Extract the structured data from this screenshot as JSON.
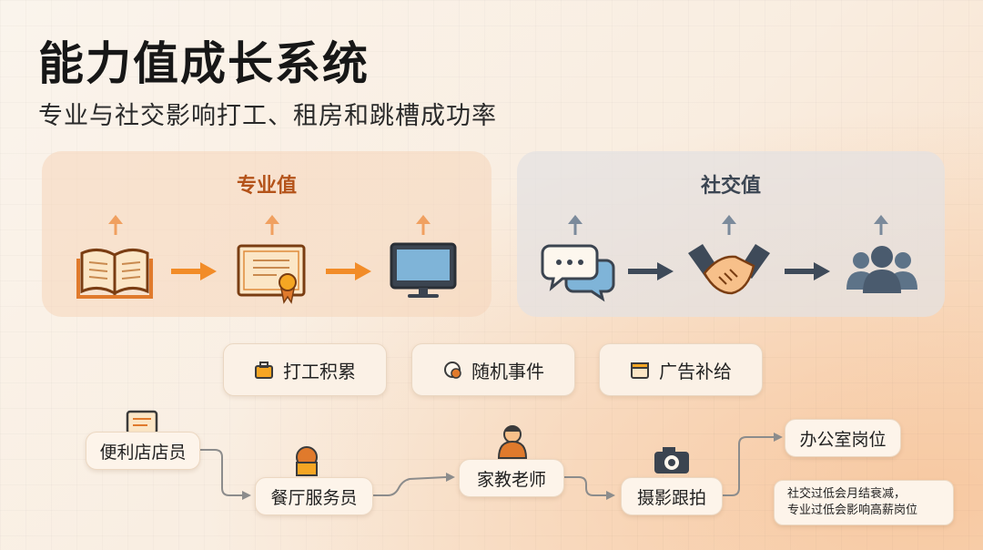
{
  "header": {
    "title": "能力值成长系统",
    "subtitle": "专业与社交影响打工、租房和跳槽成功率"
  },
  "panels": {
    "professional": {
      "title": "专业值",
      "icons": [
        "open-book-icon",
        "certificate-icon",
        "computer-monitor-icon"
      ],
      "accent": "#f28c28"
    },
    "social": {
      "title": "社交值",
      "icons": [
        "chat-bubbles-icon",
        "handshake-icon",
        "people-group-icon"
      ],
      "accent": "#4a5b6e"
    }
  },
  "sources": [
    {
      "label": "打工积累",
      "icon": "briefcase-icon"
    },
    {
      "label": "随机事件",
      "icon": "random-event-icon"
    },
    {
      "label": "广告补给",
      "icon": "gift-box-icon"
    }
  ],
  "career_path": [
    {
      "label": "便利店店员",
      "icon": "notepad-icon"
    },
    {
      "label": "餐厅服务员",
      "icon": "chef-icon"
    },
    {
      "label": "家教老师",
      "icon": "teacher-icon"
    },
    {
      "label": "摄影跟拍",
      "icon": "camera-icon"
    },
    {
      "label": "办公室岗位",
      "icon": ""
    }
  ],
  "note": {
    "line1": "社交过低会月结衰减，",
    "line2": "专业过低会影响高薪岗位"
  }
}
